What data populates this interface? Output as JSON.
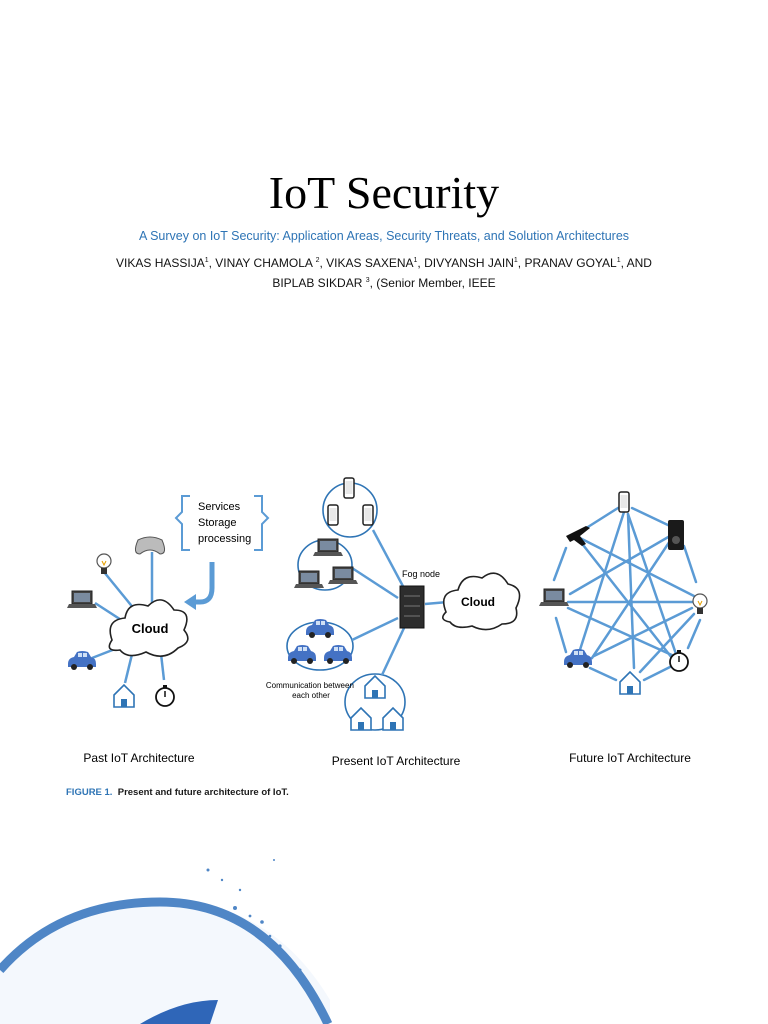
{
  "header": {
    "title": "IoT Security",
    "subtitle": "A Survey on IoT Security: Application Areas, Security Threats, and Solution Architectures",
    "authors_line1": {
      "names": [
        "VIKAS HASSIJA",
        "VINAY CHAMOLA ",
        "VIKAS SAXENA",
        "DIVYANSH JAIN",
        "PRANAV GOYAL"
      ],
      "marks": [
        "1",
        "2",
        "1",
        "1",
        "1"
      ],
      "final": ", AND"
    },
    "authors_line2": {
      "name": "BIPLAB SIKDAR ",
      "mark": "3",
      "rest": ", (Senior Member, IEEE"
    }
  },
  "figure": {
    "past": {
      "label": "Past IoT Architecture",
      "cloud": "Cloud",
      "services": [
        "Services",
        "Storage",
        "processing"
      ]
    },
    "present": {
      "label": "Present IoT Architecture",
      "cloud": "Cloud",
      "fog": "Fog node",
      "comm_line1": "Communication between",
      "comm_line2": "each other"
    },
    "future": {
      "label": "Future IoT Architecture"
    },
    "caption_num": "FIGURE 1.",
    "caption_text": "Present and future architecture of IoT."
  },
  "colors": {
    "link": "#5b9bd5",
    "accent": "#2e74b5",
    "car": "#4472c4"
  }
}
